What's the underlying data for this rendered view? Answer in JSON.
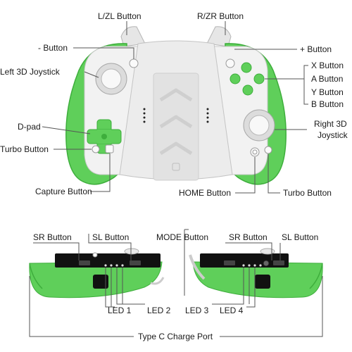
{
  "colors": {
    "green": "#5fcf5a",
    "green_dark": "#3eae3c",
    "white_panel": "#f2f2f2",
    "grey": "#c8c8c8",
    "black": "#111111"
  },
  "labels": {
    "lzl": "L/ZL Button",
    "rzr": "R/ZR Button",
    "minus": "- Button",
    "plus": "+ Button",
    "left_stick": "Left 3D Joystick",
    "x": "X Button",
    "a": "A Button",
    "y": "Y Button",
    "b": "B Button",
    "dpad": "D-pad",
    "right_stick_1": "Right 3D",
    "right_stick_2": "Joystick",
    "turbo_left": "Turbo Button",
    "capture": "Capture Button",
    "home": "HOME Button",
    "turbo_right": "Turbo Button",
    "sr_left": "SR Button",
    "sl_left": "SL Button",
    "mode": "MODE Button",
    "sr_right": "SR Button",
    "sl_right": "SL Button",
    "led1": "LED 1",
    "led2": "LED 2",
    "led3": "LED 3",
    "led4": "LED 4",
    "typec": "Type C Charge Port"
  }
}
